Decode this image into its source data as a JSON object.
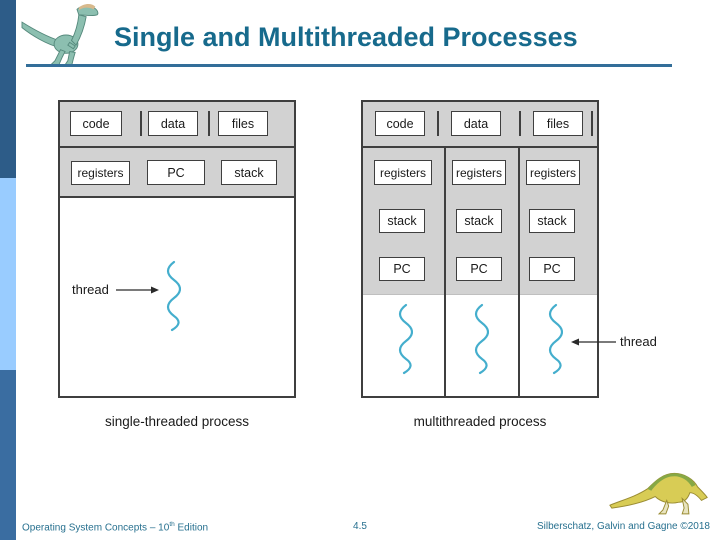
{
  "slide": {
    "title": "Single and Multithreaded Processes"
  },
  "single": {
    "memory_row": [
      "code",
      "data",
      "files"
    ],
    "state_row": [
      "registers",
      "PC",
      "stack"
    ],
    "thread_label": "thread",
    "caption": "single-threaded process"
  },
  "multi": {
    "memory_row": [
      "code",
      "data",
      "files"
    ],
    "state_stack": [
      "registers",
      "stack",
      "PC"
    ],
    "thread_label": "thread",
    "thread_count": 3,
    "caption": "multithreaded process"
  },
  "footer": {
    "left_pre": "Operating System Concepts – 10",
    "left_sup": "th",
    "left_post": " Edition",
    "page": "4.5",
    "right": "Silberschatz, Galvin and Gagne ©2018"
  },
  "colors": {
    "bar_top": "#2d5c88",
    "bar_mid": "#99ccff",
    "bar_bottom": "#3a6da1",
    "title_text": "#176a8c",
    "rule": "#336e99",
    "diagram_gray": "#d2d2d2",
    "diagram_border": "#3f3f3f",
    "thread_wave": "#44aecd",
    "footer_text": "#27708f",
    "label_text": "#1a1a1a"
  }
}
